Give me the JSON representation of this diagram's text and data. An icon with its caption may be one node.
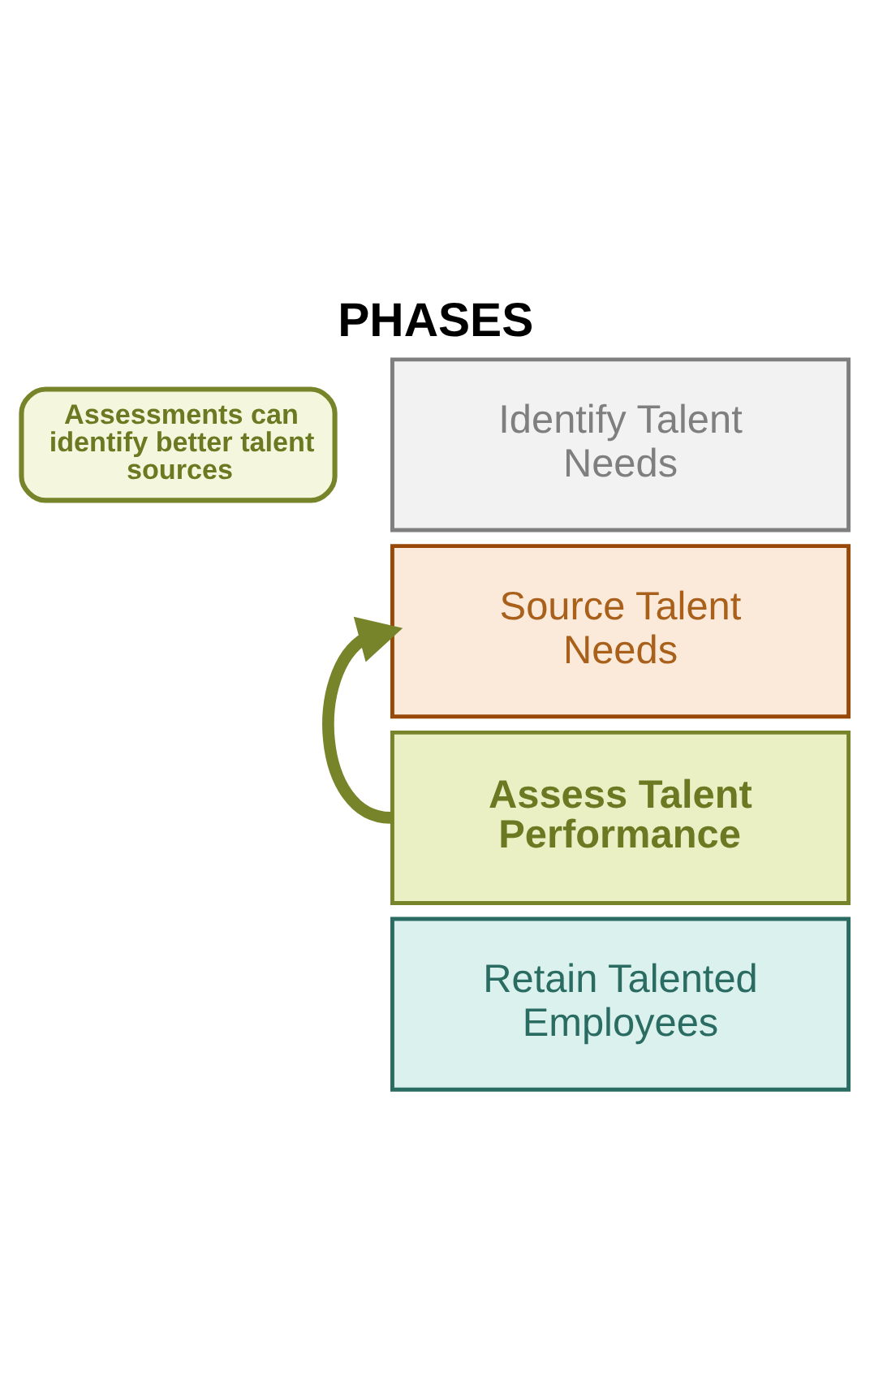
{
  "diagram": {
    "title": "PHASES",
    "nodes": [
      {
        "text": [
          "Identify Talent Needs"
        ]
      },
      {
        "text": [
          "Source Talent Needs"
        ]
      },
      {
        "text": [
          "Assess Talent Performance"
        ]
      },
      {
        "text": [
          "Retain Talented Employees"
        ]
      },
      {
        "text": [
          "Assessments can identify better talent sources"
        ]
      }
    ],
    "edges": [
      {
        "from": 2,
        "to": 1,
        "arrow": "to"
      }
    ]
  }
}
